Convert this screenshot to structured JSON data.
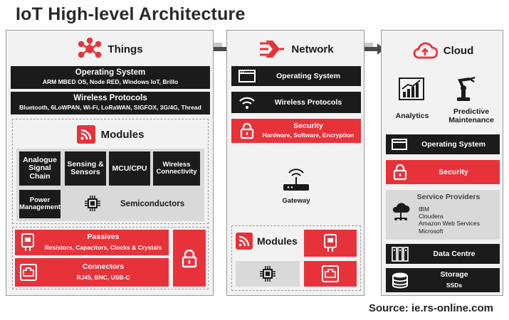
{
  "title": "IoT High-level Architecture",
  "source": "Source: ie.rs-online.com",
  "colors": {
    "accent_red": "#e8323a",
    "dark": "#1b1b1b",
    "panel": "#f2f2f2",
    "grey": "#d9d9d9"
  },
  "things": {
    "header": "Things",
    "icon": "network-nodes-icon",
    "os": {
      "title": "Operating System",
      "items": "ARM MBED OS, Node RED, Windows IoT, Brillo"
    },
    "wireless": {
      "title": "Wireless Protocols",
      "items": "Bluetooth, 6LoWPAN, Wi-Fi, LoRaWAN, SIGFOX, 3G/4G, Thread"
    },
    "modules": {
      "title": "Modules",
      "tiles": [
        "Analogue Signal Chain",
        "Sensing & Sensors",
        "MCU/CPU",
        "Wireless Connectivity",
        "Power Management"
      ],
      "semiconductors": "Semiconductors"
    },
    "passives": {
      "title": "Passives",
      "items": "Resistors, Capacitors, Clocks & Crystals"
    },
    "connectors": {
      "title": "Connectors",
      "items": "RJ45, BNC, USB-C"
    }
  },
  "network": {
    "header": "Network",
    "icon": "network-arrow-icon",
    "os": "Operating System",
    "wireless": "Wireless Protocols",
    "security": {
      "title": "Security",
      "items": "Hardware, Software, Encryption"
    },
    "gateway": "Gateway",
    "modules": "Modules"
  },
  "cloud": {
    "header": "Cloud",
    "icon": "cloud-upload-icon",
    "analytics": "Analytics",
    "predictive": "Predictive Maintenance",
    "os": "Operating System",
    "security": "Security",
    "service_providers": {
      "title": "Service Providers",
      "items": [
        "IBM",
        "Cloudera",
        "Amazon Web Services",
        "Microsoft"
      ]
    },
    "data_centre": "Data Centre",
    "storage": {
      "title": "Storage",
      "items": "SSDs"
    }
  }
}
